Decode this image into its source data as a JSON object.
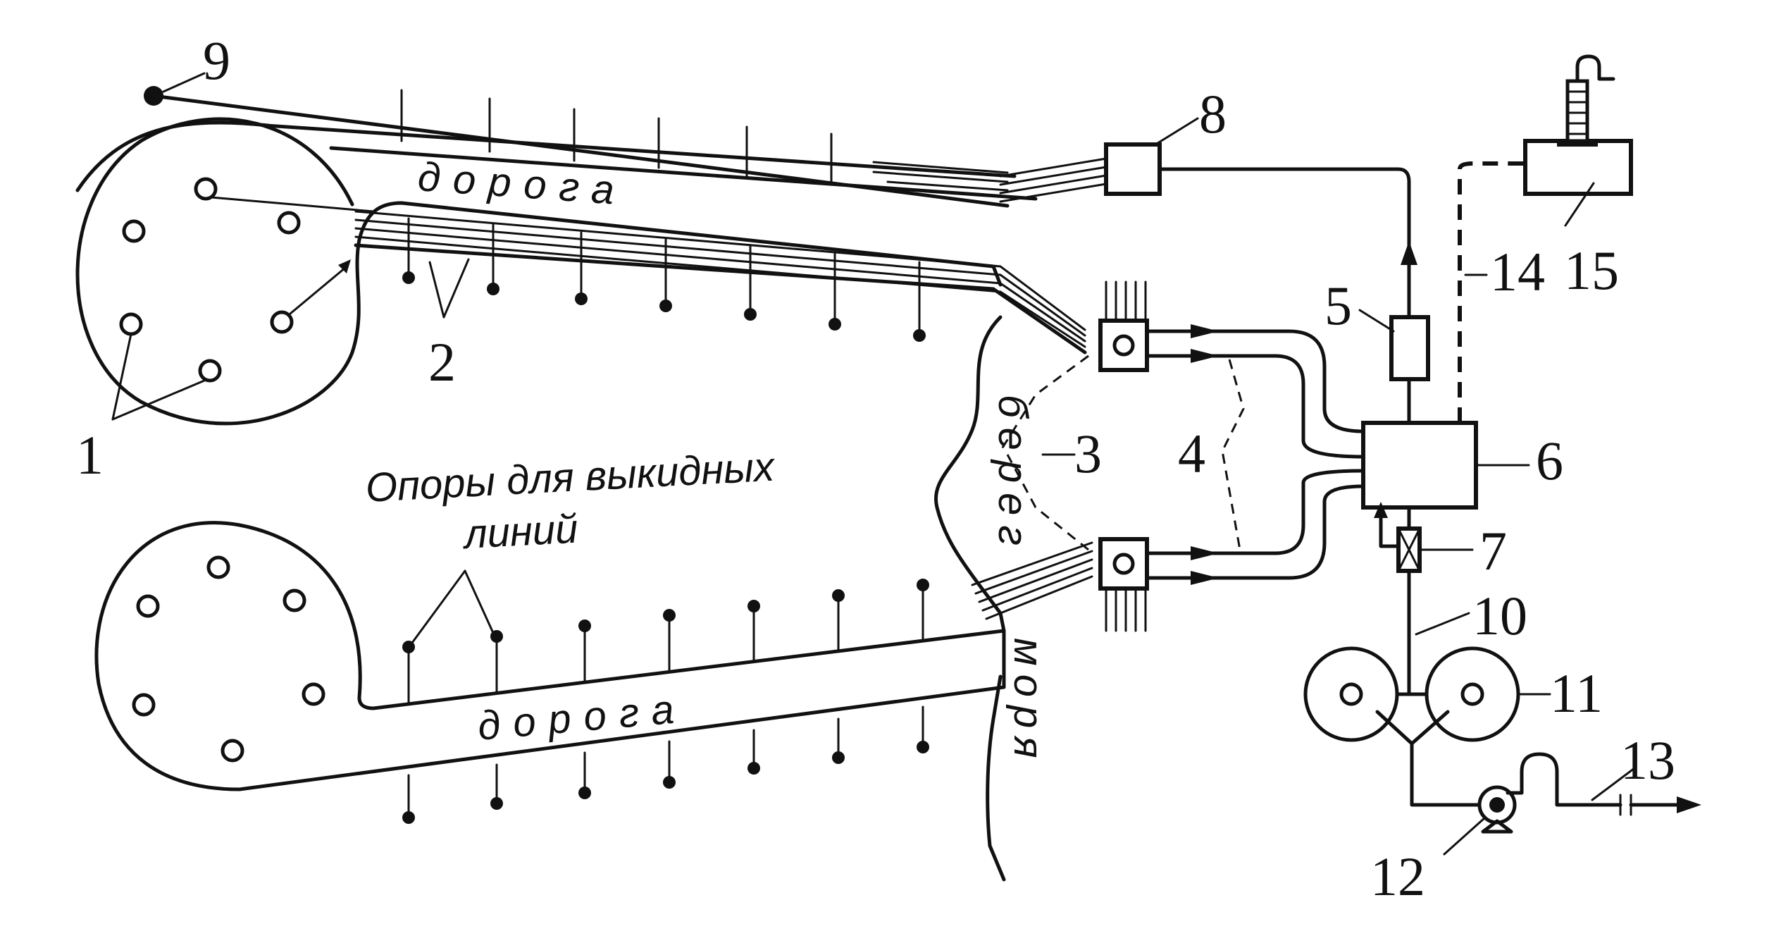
{
  "labels": {
    "n1": "1",
    "n2": "2",
    "n3": "3",
    "n4": "4",
    "n5": "5",
    "n6": "6",
    "n7": "7",
    "n8": "8",
    "n9": "9",
    "n10": "10",
    "n11": "11",
    "n12": "12",
    "n13": "13",
    "n14": "14",
    "n15": "15"
  },
  "text": {
    "road_top": "дорога",
    "road_bottom": "дорога",
    "shore": "берег",
    "sea": "моря",
    "supports_line1": "Опоры для выкидных",
    "supports_line2": "линий"
  }
}
